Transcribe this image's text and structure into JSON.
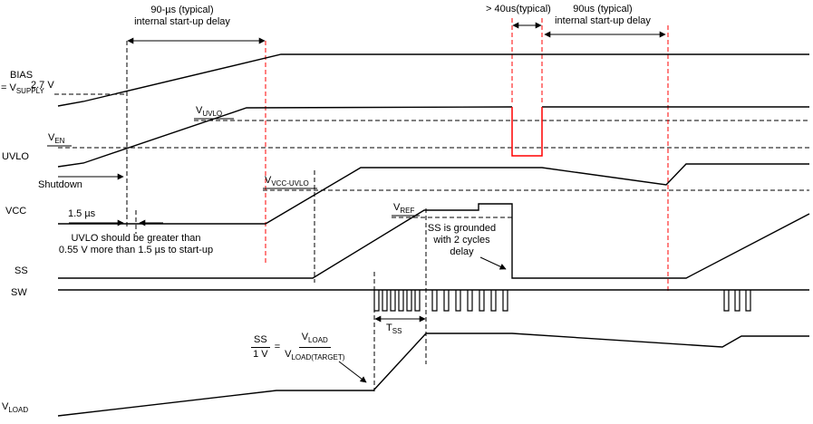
{
  "colors": {
    "waveform": "#000000",
    "accent_red": "#ff0000",
    "background": "#ffffff"
  },
  "annotations": {
    "startup_delay_1": {
      "line1": "90-µs (typical)",
      "line2": "internal start-up delay"
    },
    "glitch_width": "> 40us(typical)",
    "startup_delay_2": {
      "line1": "90us (typical)",
      "line2": "internal start-up delay"
    },
    "shutdown": "Shutdown",
    "t_1us5": "1.5 µs",
    "uvlo_note": {
      "line1": "UVLO should be greater than",
      "line2": "0.55 V more than 1.5 µs to start-up"
    },
    "ss_grounded": {
      "line1": "SS is grounded",
      "line2": "with 2 cycles",
      "line3": "delay"
    },
    "formula": {
      "num_left": "SS",
      "den_left": "1 V",
      "equals": "=",
      "num_right_base": "V",
      "num_right_sub": "LOAD",
      "den_right_base": "V",
      "den_right_sub": "LOAD(TARGET)"
    }
  },
  "signals": {
    "bias": {
      "label": "BIAS",
      "label2_base": "= V",
      "label2_sub": "SUPPLY",
      "level": "2.7 V"
    },
    "uvlo": {
      "label": "UVLO",
      "ven_base": "V",
      "ven_sub": "EN",
      "vuvlo_base": "V",
      "vuvlo_sub": "UVLO"
    },
    "vcc": {
      "label": "VCC",
      "vccuvlo_base": "V",
      "vccuvlo_sub": "VCC-UVLO"
    },
    "ss": {
      "label": "SS",
      "vref_base": "V",
      "vref_sub": "REF",
      "tss_base": "T",
      "tss_sub": "SS"
    },
    "sw": {
      "label": "SW"
    },
    "vload": {
      "label_base": "V",
      "label_sub": "LOAD"
    }
  }
}
